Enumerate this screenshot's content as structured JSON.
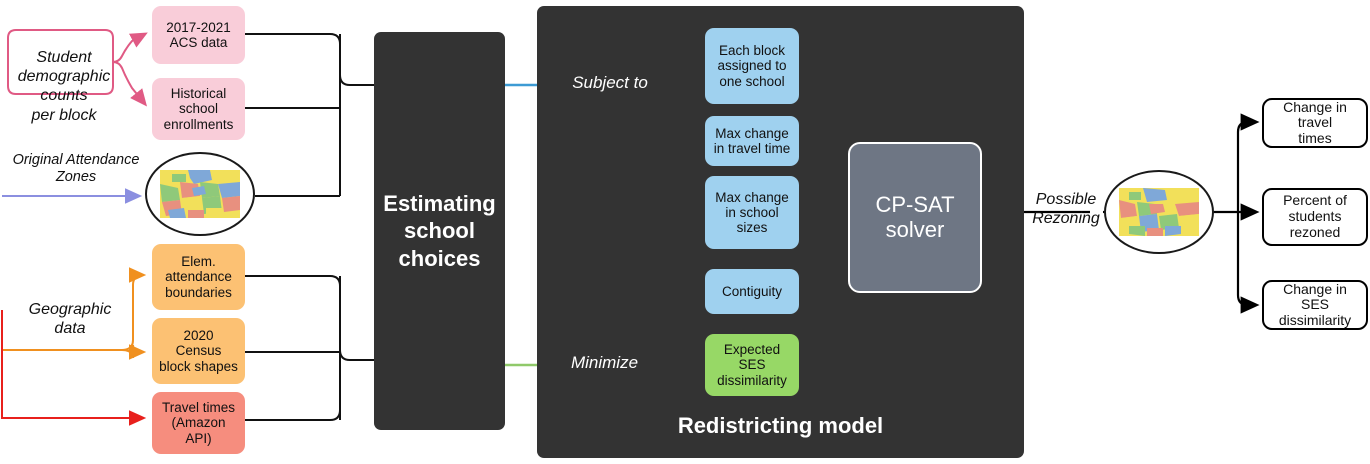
{
  "diagram": {
    "title": "School redistricting model pipeline",
    "colors": {
      "pink": "#f9cdd9",
      "orange": "#fcc173",
      "red": "#f68d7e",
      "blue": "#9fd1ef",
      "green": "#97d866",
      "panel_dark": "#333333",
      "solver_gray": "#6e7684",
      "wire_pink": "#e05a84",
      "wire_orange": "#f0901f",
      "wire_red": "#e8201c",
      "wire_blue": "#3d9bd4",
      "wire_green": "#90c96a",
      "wire_purple": "#8b8fe0",
      "wire_black": "#000000",
      "wire_white": "#ffffff"
    },
    "inputs": {
      "group_labels": [
        {
          "id": "student-demographics",
          "text": "Student\ndemographic\ncounts\nper block"
        },
        {
          "id": "original-attendance-zones",
          "text": "Original  Attendance\nZones"
        },
        {
          "id": "geographic-data",
          "text": "Geographic\ndata"
        }
      ],
      "boxes": [
        {
          "id": "acs-data",
          "label": "2017-2021\nACS data",
          "color": "pink"
        },
        {
          "id": "historical-enrollments",
          "label": "Historical\nschool\nenrollments",
          "color": "pink"
        },
        {
          "id": "elem-attendance-boundaries",
          "label": "Elem.\nattendance\nboundaries",
          "color": "orange"
        },
        {
          "id": "census-block-shapes",
          "label": "2020\nCensus\nblock shapes",
          "color": "orange"
        },
        {
          "id": "travel-times",
          "label": "Travel times\n(Amazon\nAPI)",
          "color": "red"
        }
      ],
      "map_node": {
        "id": "original-zones-map",
        "label": ""
      }
    },
    "estimating": {
      "label": "Estimating\nschool\nchoices"
    },
    "model": {
      "panel_label": "Redistricting model",
      "edge_labels": [
        {
          "id": "subject-to",
          "text": "Subject to"
        },
        {
          "id": "minimize",
          "text": "Minimize"
        }
      ],
      "constraints": [
        {
          "id": "each-block-one-school",
          "label": "Each block\nassigned to\none school",
          "color": "blue"
        },
        {
          "id": "max-change-travel-time",
          "label": "Max change\nin travel time",
          "color": "blue"
        },
        {
          "id": "max-change-school-sizes",
          "label": "Max change\nin school\nsizes",
          "color": "blue"
        },
        {
          "id": "contiguity",
          "label": "Contiguity",
          "color": "blue"
        }
      ],
      "objective": {
        "id": "expected-ses-dissimilarity",
        "label": "Expected\nSES\ndissimilarity",
        "color": "green"
      },
      "solver": {
        "id": "cp-sat-solver",
        "label": "CP-SAT\nsolver"
      }
    },
    "output": {
      "edge_label": "Possible\nRezoning",
      "map_node": {
        "id": "possible-rezoning-map",
        "label": ""
      },
      "metrics": [
        {
          "id": "change-in-travel-times",
          "label": "Change in travel\ntimes"
        },
        {
          "id": "percent-students-rezoned",
          "label": "Percent of\nstudents\nrezoned"
        },
        {
          "id": "change-in-ses-dissimilarity",
          "label": "Change in SES\ndissimilarity"
        }
      ]
    }
  }
}
